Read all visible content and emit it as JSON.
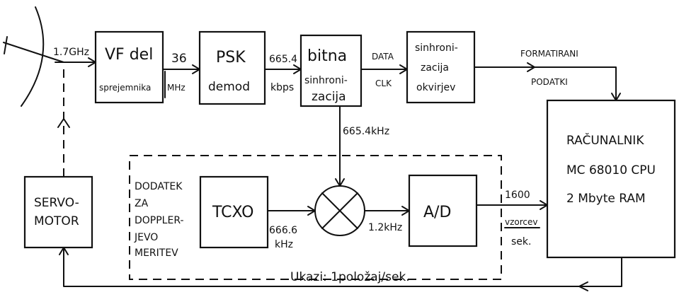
{
  "blocks": {
    "vf": {
      "line1": "VF del",
      "line2": "sprejemnika"
    },
    "psk": {
      "line1": "PSK",
      "line2": "demod"
    },
    "bit": {
      "line1": "bitna",
      "line2": "sinhroni-",
      "line3": "zacija"
    },
    "frame": {
      "line1": "sinhroni-",
      "line2": "zacija",
      "line3": "okvirjev"
    },
    "computer": {
      "line1": "RAČUNALNIK",
      "line2": "MC 68010 CPU",
      "line3": "2 Mbyte RAM"
    },
    "servo": {
      "line1": "SERVO-",
      "line2": "MOTOR"
    },
    "tcxo": {
      "line1": "TCXO"
    },
    "ad": {
      "line1": "A/D"
    }
  },
  "doppler_group": {
    "lines": [
      "DODATEK",
      "ZA",
      "DOPPLER-",
      "JEVO",
      "MERITEV"
    ]
  },
  "signals": {
    "rf_freq": "1.7GHz",
    "if_freq_value": "36",
    "if_freq_unit": "MHz",
    "bitrate_value": "665.4",
    "bitrate_unit": "kbps",
    "data": "DATA",
    "clk": "CLK",
    "formatted_line1": "FORMATIRANI",
    "formatted_line2": "PODATKI",
    "bit_clock": "665.4kHz",
    "tcxo_freq_value": "666.6",
    "tcxo_freq_unit": "kHz",
    "mixer_out": "1.2kHz",
    "sample_rate_value": "1600",
    "sample_rate_unit1": "vzorcev",
    "sample_rate_unit2": "sek.",
    "commands": "Ukazi:  1položaj/sek."
  }
}
